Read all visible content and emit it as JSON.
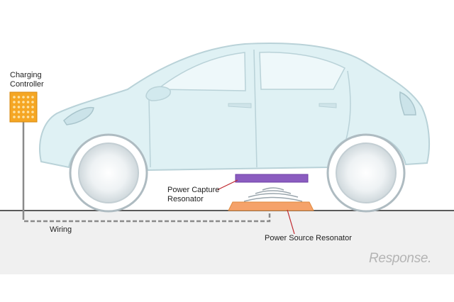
{
  "labels": {
    "charging_controller_line1": "Charging",
    "charging_controller_line2": "Controller",
    "power_capture_line1": "Power Capture",
    "power_capture_line2": "Resonator",
    "wiring": "Wiring",
    "power_source": "Power Source Resonator"
  },
  "watermark": "Response.",
  "colors": {
    "car_body": "#dff1f4",
    "car_outline": "#b9d2d8",
    "controller": "#f5a623",
    "capture_resonator": "#8b5cc0",
    "source_resonator": "#f5a26a",
    "pointer_line": "#c0282e",
    "ground": "#f0f0f0",
    "waves": "#9aa6ad"
  }
}
